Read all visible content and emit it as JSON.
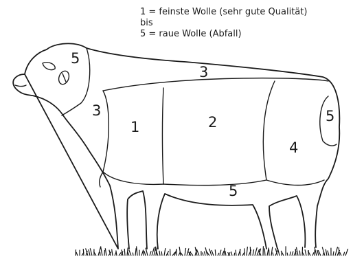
{
  "legend": {
    "line1": "1 = feinste Wolle (sehr gute Qualität)",
    "line2": "bis",
    "line3": "5 = raue Wolle (Abfall)"
  },
  "regions": {
    "head": "5",
    "back": "3",
    "neck": "3",
    "shoulder": "1",
    "side": "2",
    "hind": "4",
    "tail": "5",
    "belly": "5"
  },
  "colors": {
    "ink": "#1a1a1a",
    "background": "#ffffff"
  }
}
